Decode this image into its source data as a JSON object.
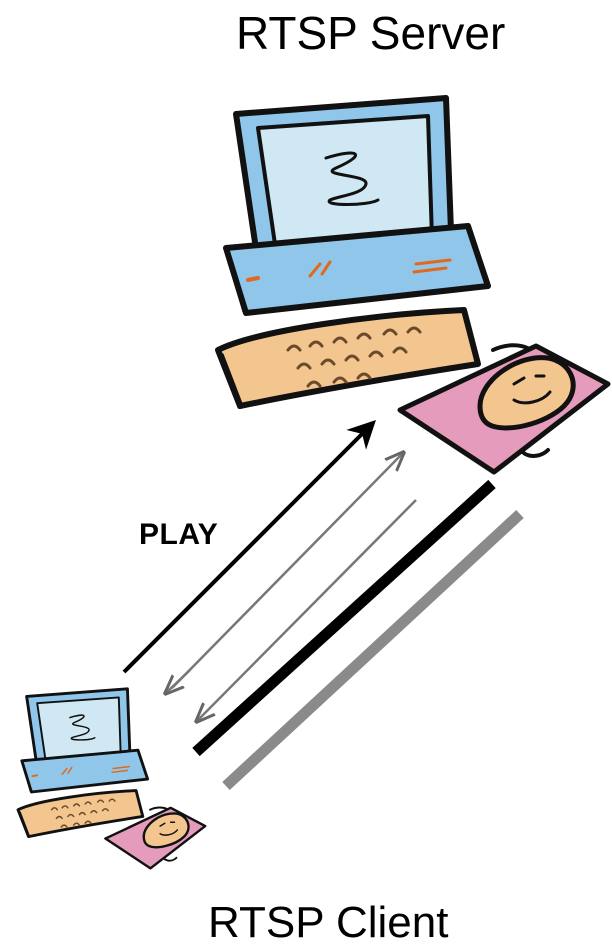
{
  "diagram": {
    "server_label": "RTSP Server",
    "client_label": "RTSP Client",
    "request_label": "PLAY"
  },
  "colors": {
    "monitor_blue": "#8fc6ea",
    "screen_light": "#cfe8f3",
    "keyboard_tan": "#f3c58f",
    "mousepad_pink": "#e59bbb",
    "outline": "#111111",
    "response_gray": "#7a7a7a",
    "stream_gray": "#8a8a8a"
  },
  "icons": {
    "server": "desktop-computer-icon",
    "client": "desktop-computer-icon"
  }
}
